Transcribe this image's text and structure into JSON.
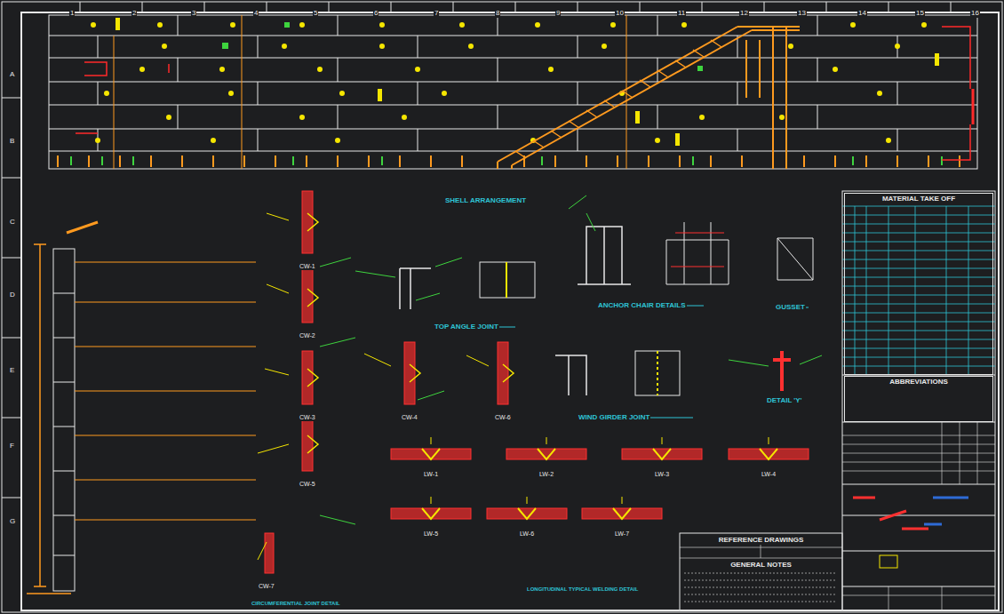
{
  "diagram": {
    "nodes": [
      {
        "text": [
          "MATERIAL TAKE OFF"
        ]
      },
      {
        "text": [
          "ABBREVIATIONS"
        ]
      },
      {
        "text": [
          "REFERENCE DRAWINGS"
        ]
      },
      {
        "text": [
          "GENERAL NOTES"
        ]
      }
    ],
    "labels": [
      "1",
      "2",
      "3",
      "4",
      "5",
      "6",
      "7",
      "8",
      "9",
      "10",
      "11",
      "12",
      "13",
      "14",
      "15",
      "16",
      "A",
      "B",
      "C",
      "D",
      "E",
      "F",
      "G",
      "SHELL ARRANGEMENT",
      "TOP ANGLE JOINT",
      "ANCHOR CHAIR DETAILS",
      "GUSSET",
      "WIND GIRDER JOINT",
      "DETAIL 'Y'",
      "CIRCUMFERENTIAL JOINT DETAIL",
      "LONGITUDINAL TYPICAL WELDING DETAIL",
      "CW-1",
      "CW-2",
      "CW-3",
      "CW-4",
      "CW-5",
      "CW-6",
      "CW-7",
      "LW-1",
      "LW-2",
      "LW-3",
      "LW-4",
      "LW-5",
      "LW-6",
      "LW-7"
    ]
  }
}
